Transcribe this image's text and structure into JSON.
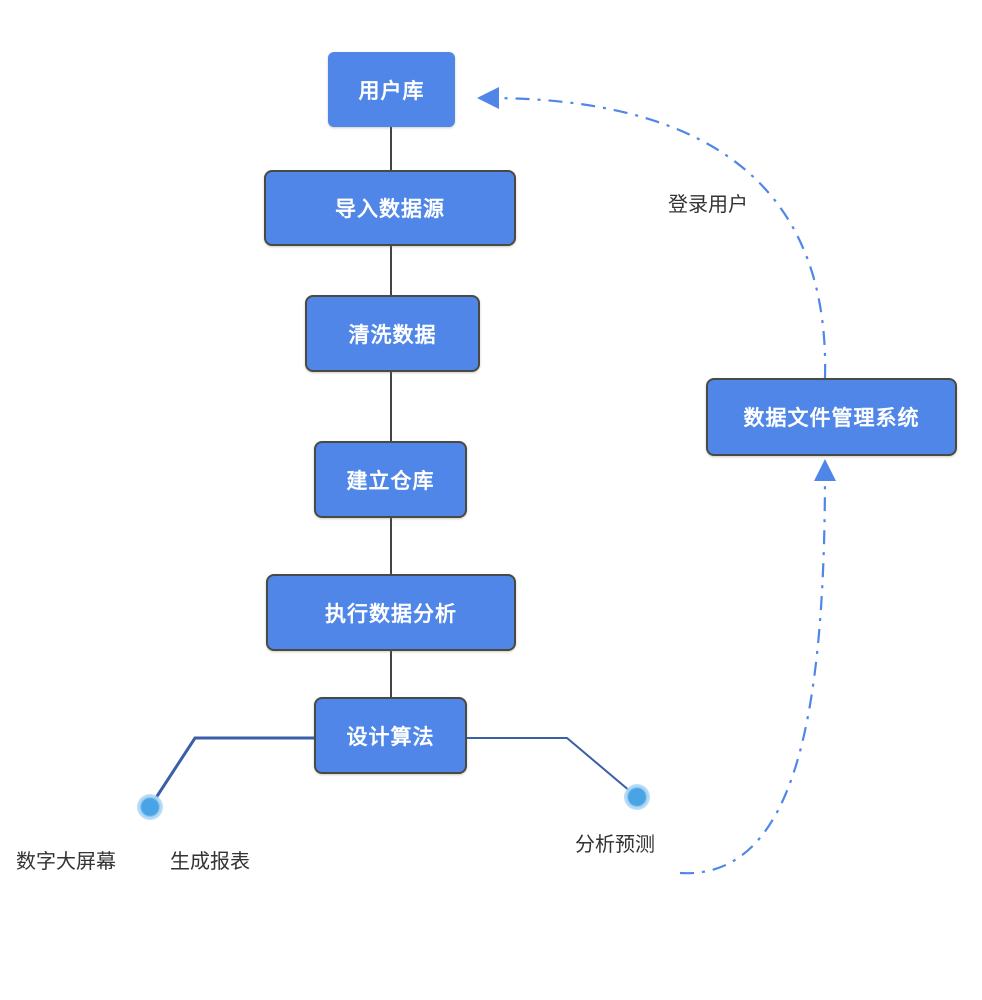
{
  "diagram": {
    "type": "flowchart",
    "colors": {
      "node_fill": "#4f86e8",
      "node_border": "#4a4a44",
      "connector": "#444444",
      "branch": "#3a5ea8",
      "dash_line": "#4f86e8",
      "dot": "#4aa3e4"
    },
    "nodes": {
      "user_db": "用户库",
      "import_source": "导入数据源",
      "clean_data": "清洗数据",
      "build_warehouse": "建立仓库",
      "run_analysis": "执行数据分析",
      "design_algorithm": "设计算法",
      "file_system": "数据文件管理系统"
    },
    "leaves": {
      "big_screen": "数字大屏幕",
      "report": "生成报表",
      "forecast": "分析预测"
    },
    "edge_labels": {
      "login_user": "登录用户"
    },
    "edges": [
      {
        "from": "用户库",
        "to": "导入数据源",
        "style": "solid"
      },
      {
        "from": "导入数据源",
        "to": "清洗数据",
        "style": "solid"
      },
      {
        "from": "清洗数据",
        "to": "建立仓库",
        "style": "solid"
      },
      {
        "from": "建立仓库",
        "to": "执行数据分析",
        "style": "solid"
      },
      {
        "from": "执行数据分析",
        "to": "设计算法",
        "style": "solid"
      },
      {
        "from": "设计算法",
        "to": "数字大屏幕 / 生成报表",
        "style": "branch"
      },
      {
        "from": "设计算法",
        "to": "分析预测",
        "style": "branch"
      },
      {
        "from": "分析预测",
        "to": "数据文件管理系统",
        "style": "dash-dot",
        "arrow": true
      },
      {
        "from": "数据文件管理系统",
        "to": "用户库",
        "style": "dash-dot",
        "arrow": true,
        "label": "登录用户"
      }
    ]
  }
}
